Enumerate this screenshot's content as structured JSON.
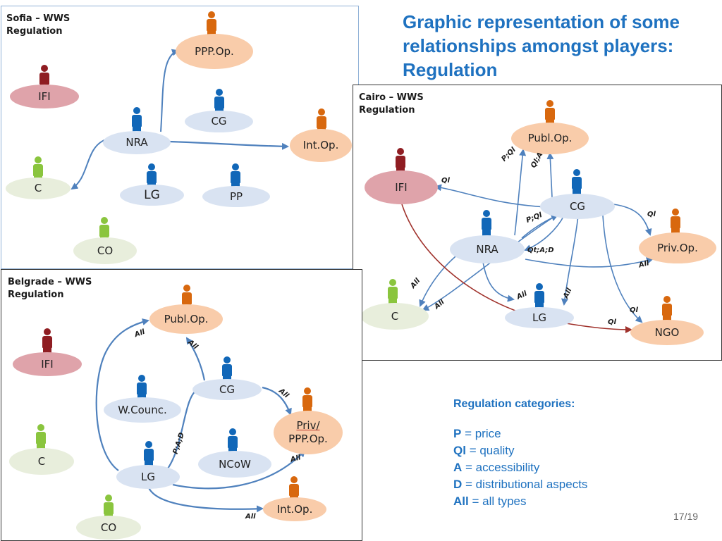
{
  "slide_title": "Graphic representation of some relationships amongst players: Regulation",
  "colors": {
    "title_blue": "#1f72c0",
    "edge_blue": "#4f81bd",
    "edge_red": "#a0322c"
  },
  "sofia": {
    "title_line1": "Sofia – WWS",
    "title_line2": "Regulation",
    "nodes": {
      "ppp_op": "PPP.Op.",
      "ifi": "IFI",
      "cg": "CG",
      "nra": "NRA",
      "int_op": "Int.Op.",
      "c": "C",
      "lg": "LG",
      "pp": "PP",
      "co": "CO"
    }
  },
  "cairo": {
    "title_line1": "Cairo – WWS",
    "title_line2": "Regulation",
    "nodes": {
      "publ_op": "Publ.Op.",
      "ifi": "IFI",
      "cg": "CG",
      "nra": "NRA",
      "priv_op": "Priv.Op.",
      "c": "C",
      "lg": "LG",
      "ngo": "NGO"
    },
    "edge_labels": {
      "cg_ifi": "Ql",
      "nra_publ": "P;Ql",
      "cg_publ": "Ql;A",
      "nra_cg": "P;Ql",
      "cg_nra": "Qt;A;D",
      "cg_priv": "Ql",
      "nra_priv": "All",
      "nra_c": "All",
      "cg_c": "All",
      "nra_lg": "All",
      "cg_lg": "All",
      "cg_ngo": "Ql",
      "ifi_ngo": "Ql"
    }
  },
  "belgrade": {
    "title_line1": "Belgrade – WWS",
    "title_line2": "Regulation",
    "nodes": {
      "publ_op": "Publ.Op.",
      "ifi": "IFI",
      "cg": "CG",
      "wcounc": "W.Counc.",
      "priv_line1": "Priv/",
      "priv_line2": "PPP.Op.",
      "c": "C",
      "ncow": "NCoW",
      "lg": "LG",
      "co": "CO",
      "int_op": "Int.Op."
    },
    "edge_labels": {
      "lg_publ": "All",
      "cg_publ": "All",
      "cg_priv": "All",
      "lg_cg": "P;A;D",
      "lg_priv": "All",
      "lg_int": "All"
    }
  },
  "legend": {
    "title": "Regulation categories:",
    "items": [
      {
        "key": "P",
        "desc": "= price"
      },
      {
        "key": "Ql",
        "desc": "= quality"
      },
      {
        "key": "A",
        "desc": "= accessibility"
      },
      {
        "key": "D",
        "desc": "= distributional aspects"
      },
      {
        "key": "All",
        "desc": "= all types"
      }
    ]
  },
  "page_number": "17/19"
}
